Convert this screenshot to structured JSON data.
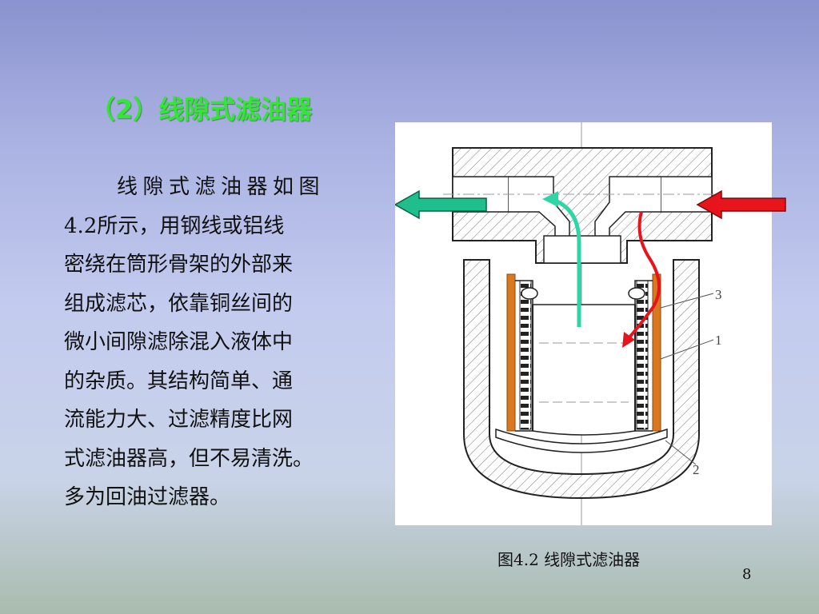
{
  "slide": {
    "title": "（2）线隙式滤油器",
    "body_lines": [
      "线隙式滤油器如图",
      "4.2所示，用钢线或铝线",
      "密绕在筒形骨架的外部来",
      "组成滤芯，依靠铜丝间的",
      "微小间隙滤除混入液体中",
      "的杂质。其结构简单、通",
      "流能力大、过滤精度比网",
      "式滤油器高，但不易清洗。",
      "多为回油过滤器。"
    ],
    "figure": {
      "caption": "图4.2 线隙式滤油器",
      "part_labels": [
        "3",
        "1",
        "2"
      ],
      "colors": {
        "outlet_arrow": "#1fbf8c",
        "inlet_arrow": "#e8141c",
        "filter_element": "#d9781f",
        "flow_green": "#2ed6a6",
        "flow_red": "#e8141c"
      }
    },
    "page_number": "8"
  }
}
